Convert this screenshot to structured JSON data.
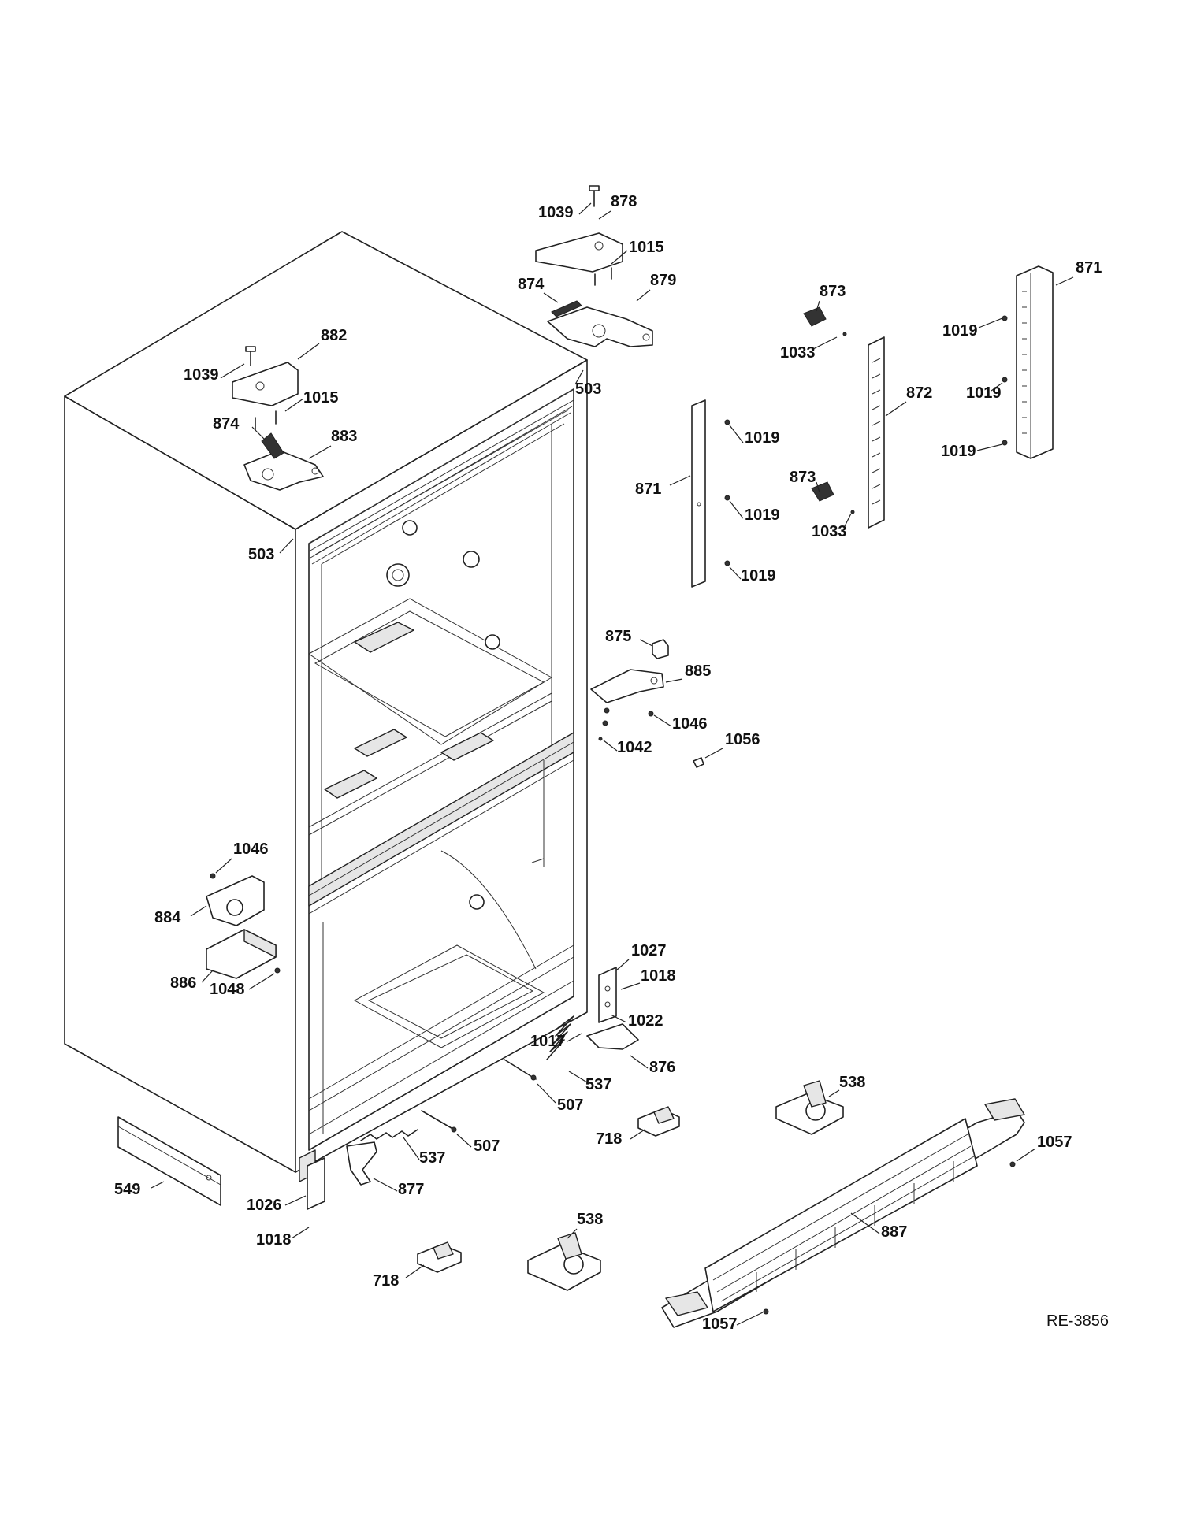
{
  "reference_code": "RE-3856",
  "callouts": [
    "1039",
    "878",
    "1015",
    "874",
    "879",
    "882",
    "1039",
    "1015",
    "874",
    "883",
    "503",
    "503",
    "873",
    "1033",
    "871",
    "1019",
    "1019",
    "1019",
    "872",
    "871",
    "1019",
    "1019",
    "1019",
    "873",
    "1033",
    "875",
    "885",
    "1046",
    "1042",
    "1056",
    "1046",
    "884",
    "886",
    "1048",
    "1027",
    "1018",
    "1022",
    "1017",
    "537",
    "876",
    "507",
    "538",
    "718",
    "1057",
    "549",
    "507",
    "537",
    "877",
    "1026",
    "1018",
    "538",
    "718",
    "887",
    "1057"
  ]
}
